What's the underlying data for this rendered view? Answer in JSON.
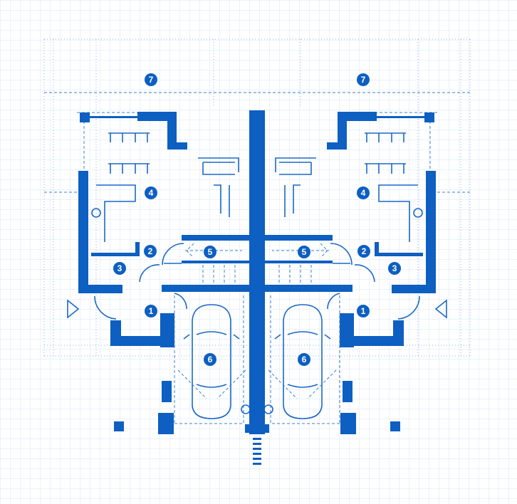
{
  "title": "Semi-detached house floor plan blueprint",
  "colors": {
    "wall": "#0d5fc2",
    "grid": "#d6e4f5",
    "background": "#ffffff"
  },
  "rooms": {
    "left": [
      {
        "id": "terrace-left",
        "label": "7"
      },
      {
        "id": "kitchen-living-left",
        "label": "4"
      },
      {
        "id": "hall-left",
        "label": "2"
      },
      {
        "id": "wc-left",
        "label": "3"
      },
      {
        "id": "stairs-left",
        "label": "5"
      },
      {
        "id": "entrance-left",
        "label": "1"
      },
      {
        "id": "garage-left",
        "label": "6"
      }
    ],
    "right": [
      {
        "id": "terrace-right",
        "label": "7"
      },
      {
        "id": "kitchen-living-right",
        "label": "4"
      },
      {
        "id": "hall-right",
        "label": "2"
      },
      {
        "id": "wc-right",
        "label": "3"
      },
      {
        "id": "stairs-right",
        "label": "5"
      },
      {
        "id": "entrance-right",
        "label": "1"
      },
      {
        "id": "garage-right",
        "label": "6"
      }
    ]
  }
}
